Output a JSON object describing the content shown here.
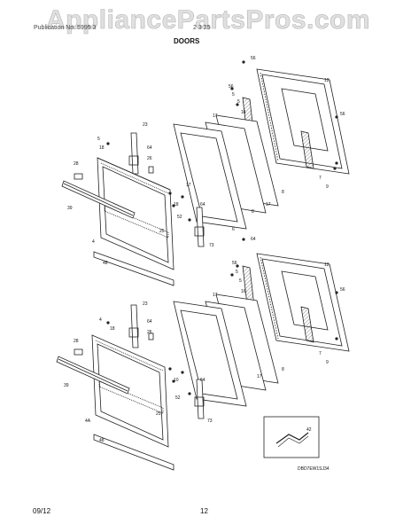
{
  "watermark": "AppliancePartsPros.com",
  "header": {
    "left": "Publication No. 5995 3",
    "right": "2 3 25"
  },
  "section_title": "DOORS",
  "diagram_code": "DBD7EW1SJ34",
  "footer": {
    "date": "09/12",
    "page": "12"
  },
  "upper_labels": [
    "56",
    "12",
    "56",
    "5",
    "5",
    "56",
    "17",
    "16",
    "23",
    "64",
    "26",
    "7",
    "8",
    "9",
    "5",
    "6",
    "17",
    "18",
    "8",
    "17",
    "28",
    "39",
    "25",
    "18",
    "52",
    "64",
    "73",
    "4",
    "48"
  ],
  "lower_labels": [
    "64",
    "56",
    "12",
    "56",
    "5",
    "5",
    "17",
    "16",
    "7",
    "23",
    "64",
    "9",
    "18",
    "26",
    "8",
    "4",
    "28",
    "39",
    "10",
    "64",
    "17",
    "25",
    "52",
    "73",
    "4A",
    "48",
    "42"
  ]
}
